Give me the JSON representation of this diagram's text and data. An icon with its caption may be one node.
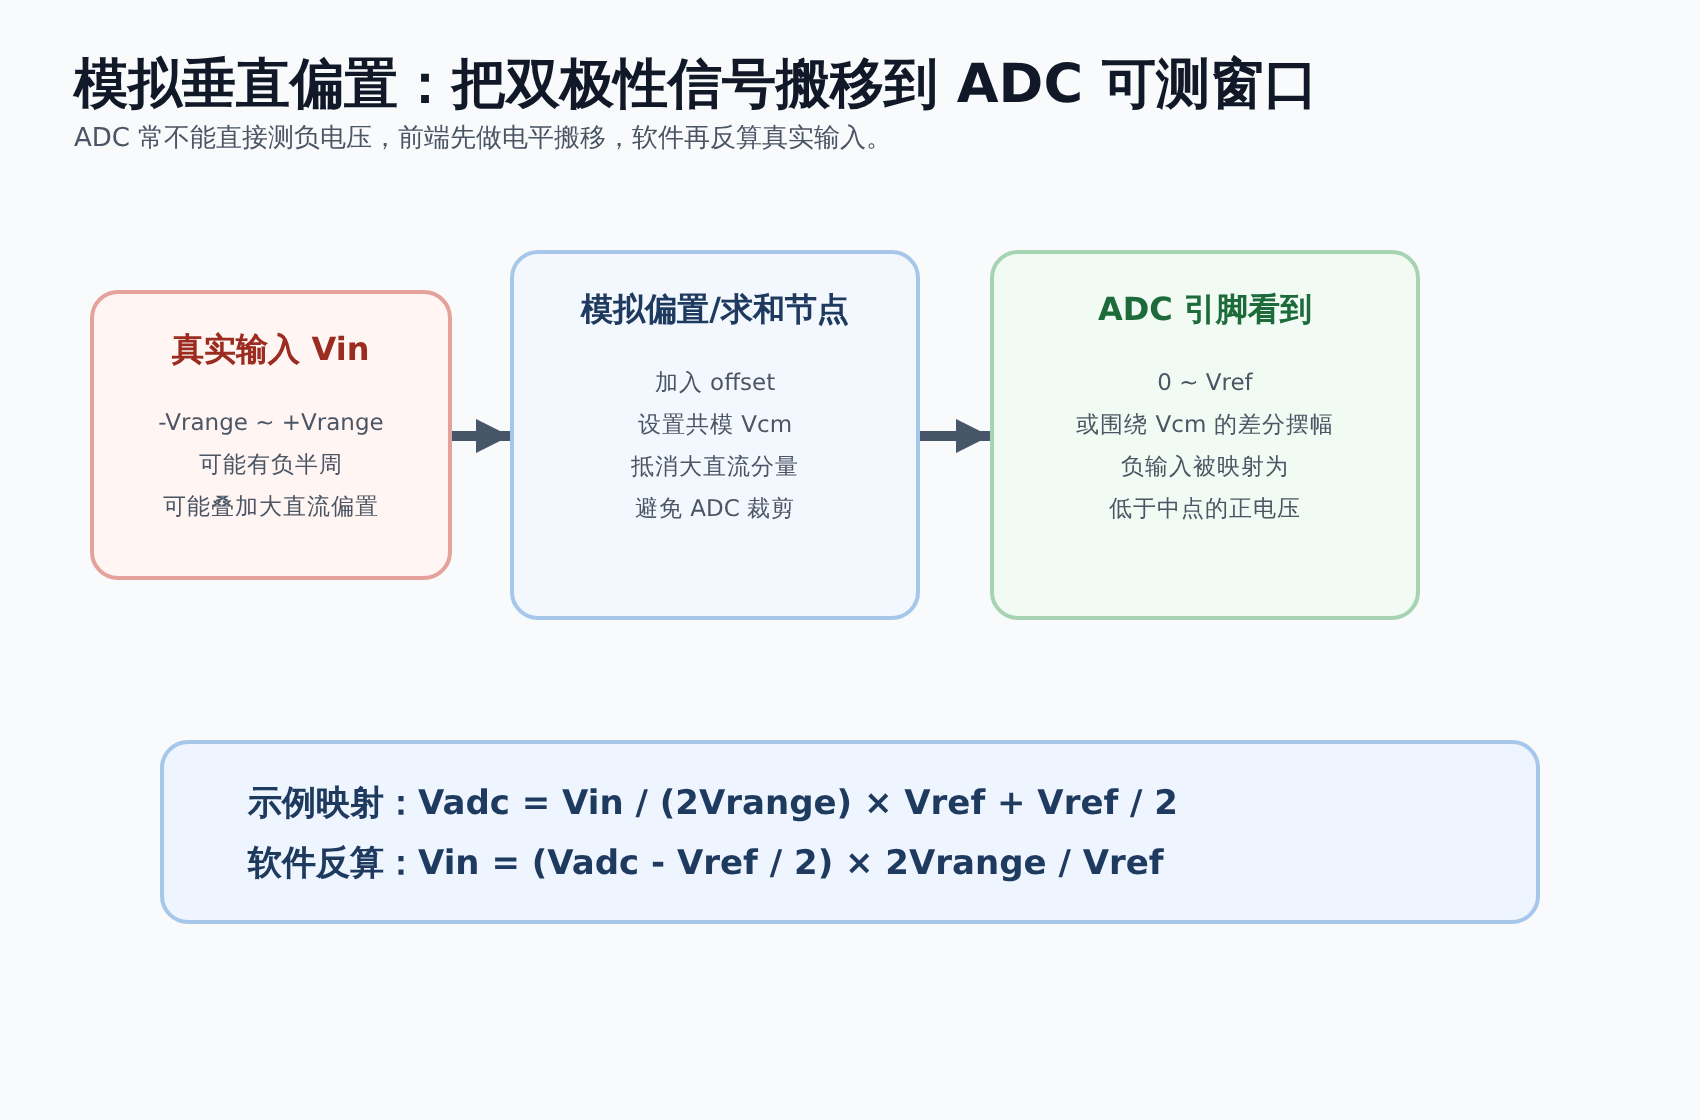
{
  "diagram": {
    "title": "模拟垂直偏置：把双极性信号搬移到 ADC 可测窗口",
    "caption": "ADC 常不能直接测负电压，前端先做电平搬移，软件再反算真实输入。",
    "nodes": [
      {
        "text": [
          "真实输入 Vin",
          "-Vrange ~ +Vrange",
          "可能有负半周",
          "可能叠加大直流偏置"
        ]
      },
      {
        "text": [
          "模拟偏置/求和节点",
          "加入 offset",
          "设置共模 Vcm",
          "抵消大直流分量",
          "避免 ADC 裁剪"
        ]
      },
      {
        "text": [
          "ADC 引脚看到",
          "0 ~ Vref",
          "或围绕 Vcm 的差分摆幅",
          "负输入被映射为",
          "低于中点的正电压"
        ]
      },
      {
        "text": [
          "示例映射：Vadc = Vin / (2Vrange) × Vref + Vref / 2",
          "软件反算：Vin = (Vadc - Vref / 2) × 2Vrange / Vref"
        ]
      }
    ],
    "edges": [
      {
        "from": 0,
        "to": 1,
        "arrow": "to"
      },
      {
        "from": 1,
        "to": 2,
        "arrow": "to"
      }
    ]
  }
}
